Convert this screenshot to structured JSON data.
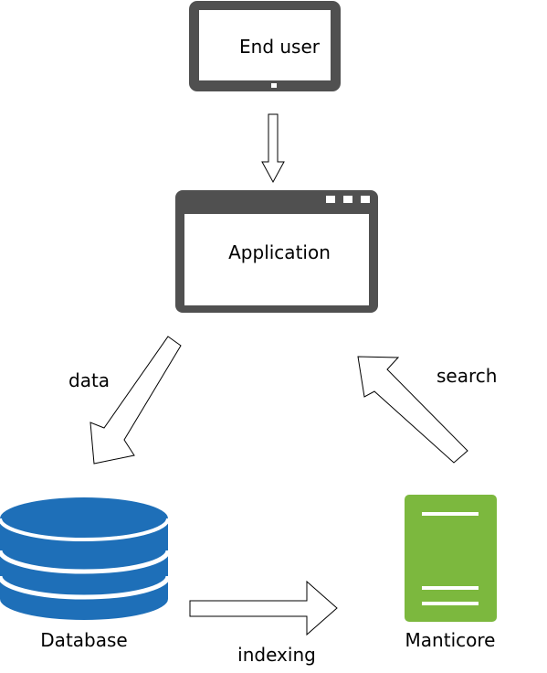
{
  "diagram": {
    "nodes": {
      "end_user": {
        "label": "End user",
        "icon": "tablet-icon"
      },
      "application": {
        "label": "Application",
        "icon": "browser-window-icon"
      },
      "database": {
        "label": "Database",
        "icon": "database-cylinder-icon"
      },
      "manticore": {
        "label": "Manticore",
        "icon": "server-icon"
      }
    },
    "edges": {
      "user_to_app": {
        "label": ""
      },
      "app_to_db": {
        "label": "data"
      },
      "db_to_manticore": {
        "label": "indexing"
      },
      "manticore_to_app": {
        "label": "search"
      }
    },
    "colors": {
      "device_frame": "#505050",
      "database": "#1e6fb8",
      "server": "#7cb83e",
      "arrow_stroke": "#000000",
      "arrow_fill": "#ffffff"
    }
  }
}
